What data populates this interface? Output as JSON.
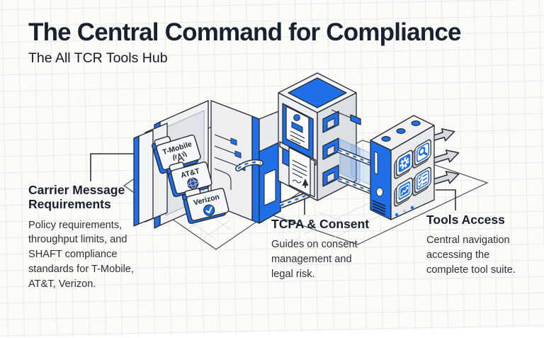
{
  "page": {
    "title": "The Central Command for Compliance",
    "subtitle": "The All TCR Tools Hub"
  },
  "sections": {
    "carrier": {
      "heading": "Carrier Message Requirements",
      "body": "Policy requirements, throughput limits, and SHAFT compliance standards for T-Mobile, AT&T, Verizon."
    },
    "tcpa": {
      "heading": "TCPA & Consent",
      "body": "Guides on consent management and legal risk."
    },
    "tools": {
      "heading": "Tools Access",
      "body": "Central navigation accessing the complete tool suite."
    }
  },
  "illustration": {
    "folders": [
      {
        "label": "T-Mobile",
        "icon": "cell-tower-icon"
      },
      {
        "label": "AT&T",
        "icon": "globe-icon"
      },
      {
        "label": "Verizon",
        "icon": "check-badge-icon"
      }
    ],
    "tool_icons": [
      "gear-icon",
      "search-icon",
      "chart-image-icon",
      "checklist-icon"
    ],
    "output_arrow_count": 3
  },
  "colors": {
    "accent_blue": "#1E6FE8",
    "outline_dark": "#262B33",
    "ink": "#182130",
    "paper": "#FBFBF8"
  }
}
